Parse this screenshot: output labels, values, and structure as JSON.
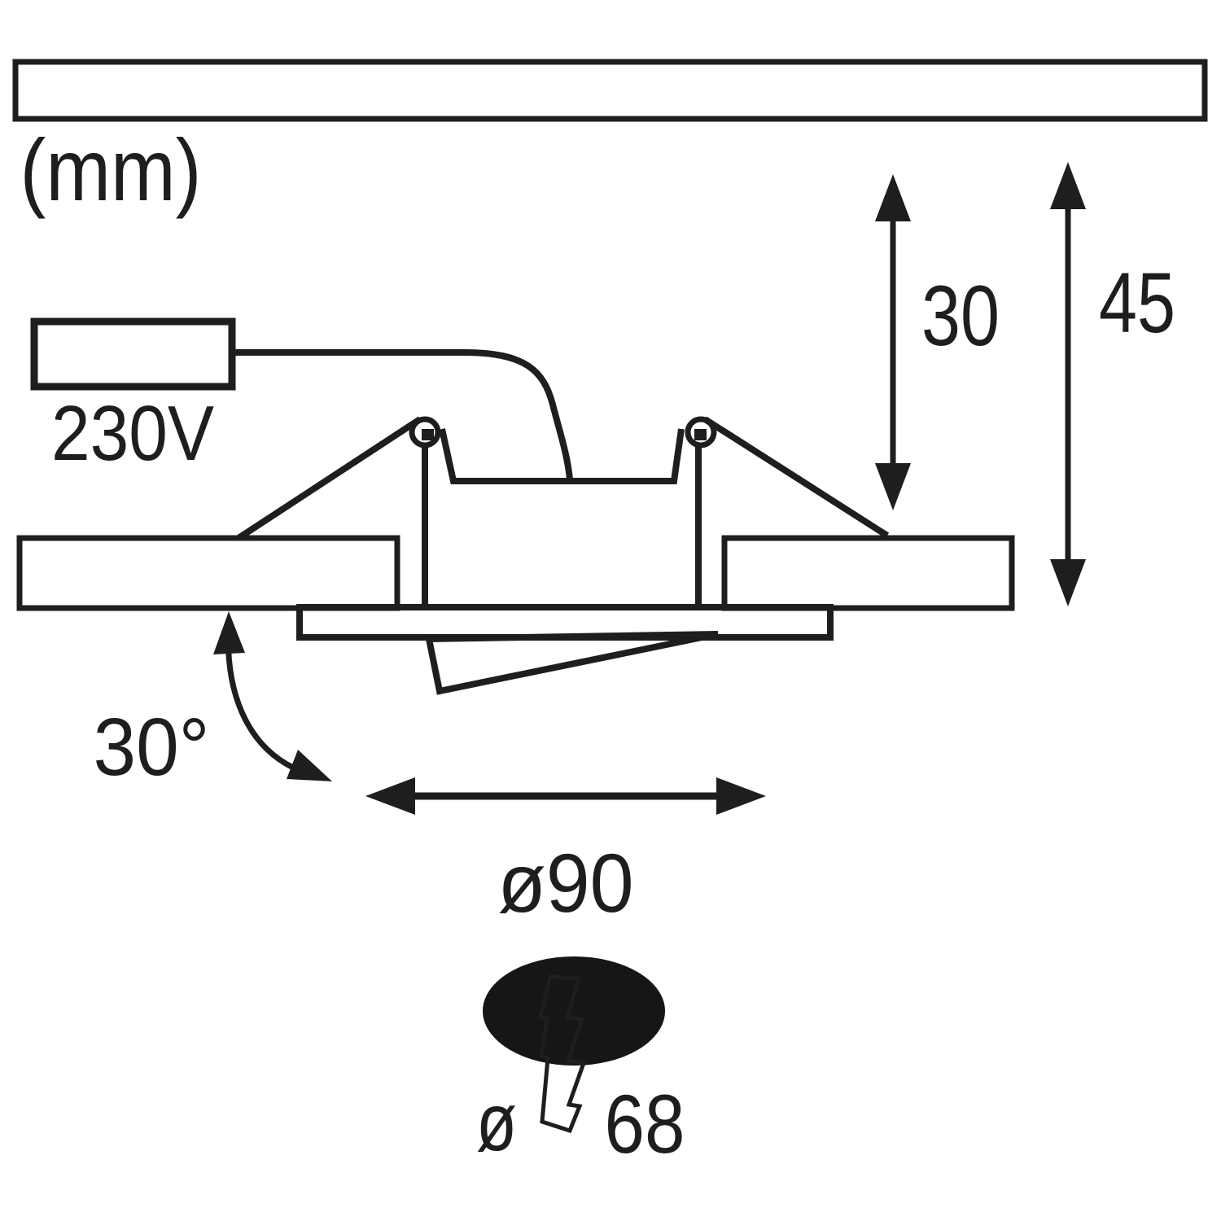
{
  "labels": {
    "units": "(mm)",
    "voltage": "230V",
    "recess_depth": "30",
    "installation_depth": "45",
    "swivel_angle": "30°",
    "outer_diameter": "ø90",
    "cutout_diameter_symbol": "ø",
    "cutout_diameter_value": "68"
  },
  "colors": {
    "ink": "#1e1e1c",
    "ceiling_bar": "#bfc1c3",
    "ceiling_panel": "#616365",
    "cutout_ellipse": "#161616",
    "lightning_bolt": "#c6c9c8",
    "white": "#ffffff"
  }
}
